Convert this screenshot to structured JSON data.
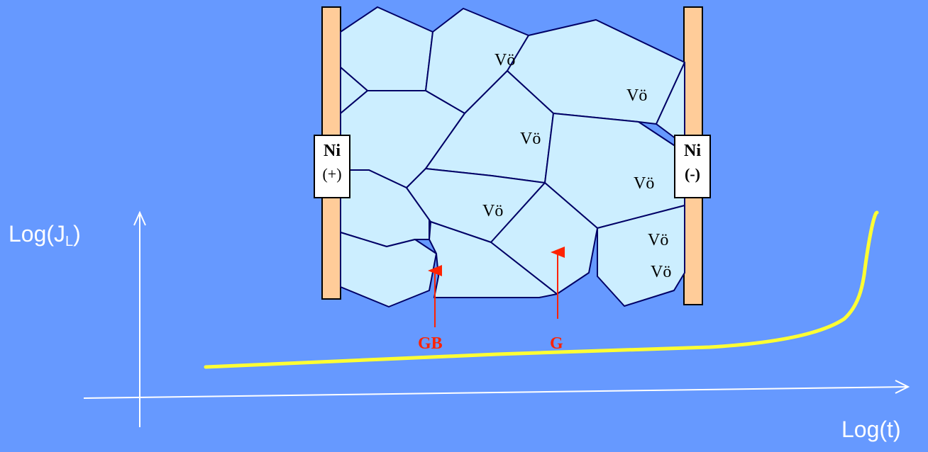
{
  "axes": {
    "y_label_main": "Log(J",
    "y_label_sub": "L",
    "y_label_end": ")",
    "x_label": "Log(t)"
  },
  "electrodes": {
    "left": {
      "material": "Ni",
      "polarity": "(+)"
    },
    "right": {
      "material": "Ni",
      "polarity": "(-)"
    }
  },
  "vacancy_label": "Vö",
  "arrows": {
    "grain_boundary": "GB",
    "grain": "G"
  },
  "colors": {
    "background": "#6699ff",
    "grain_fill": "#cceeff",
    "grain_edge": "#000066",
    "electrode": "#ffcc99",
    "curve": "#ffff33",
    "arrow": "#ff2200",
    "axis": "#ffffff"
  }
}
